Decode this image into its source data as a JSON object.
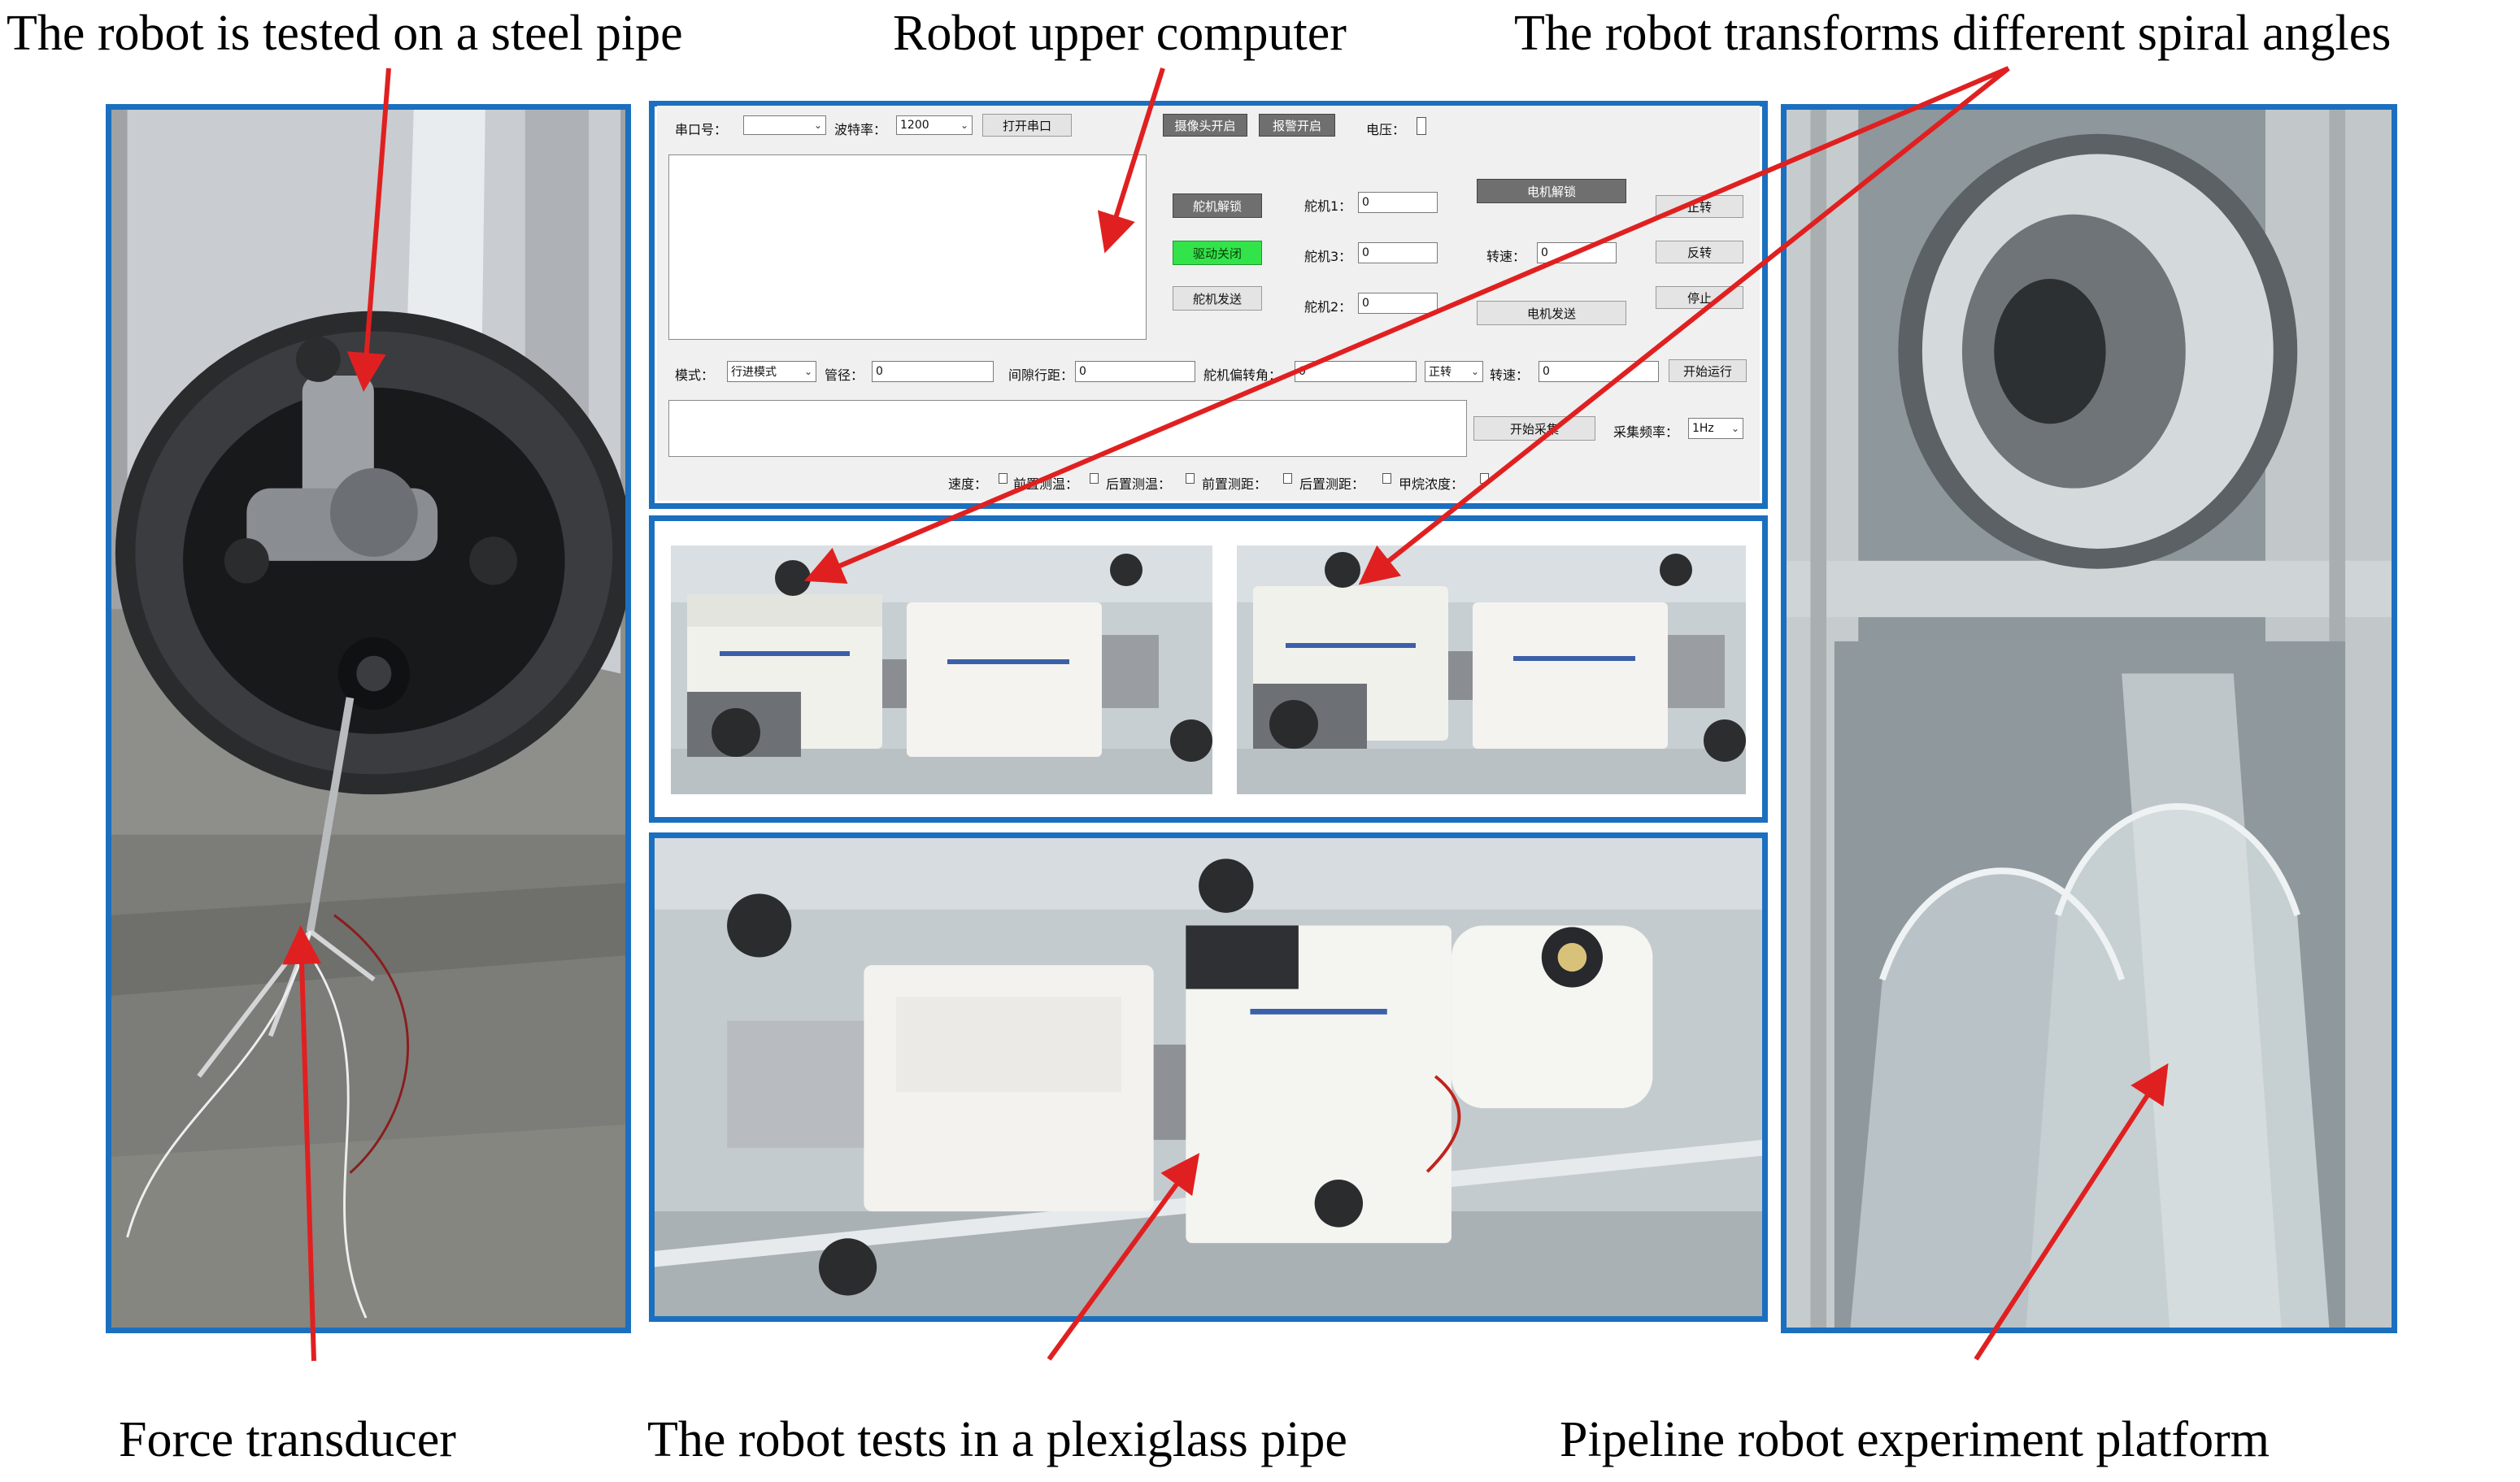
{
  "captions": {
    "top_left": "The robot is tested on a steel pipe",
    "top_center": "Robot upper computer",
    "top_right": "The robot transforms different spiral angles",
    "bottom_left": "Force transducer",
    "bottom_center": "The robot tests in a plexiglass pipe",
    "bottom_right": "Pipeline robot experiment platform"
  },
  "colors": {
    "panel_border": "#1b6fbf",
    "arrow": "#e02020",
    "status_green": "#33e34a"
  },
  "software": {
    "serial_port_label": "串口号：",
    "serial_port_value": "",
    "baud_rate_label": "波特率：",
    "baud_rate_value": "1200",
    "open_port_button": "打开串口",
    "camera_on_button": "摄像头开启",
    "alarm_on_button": "报警开启",
    "voltage_label": "电压：",
    "servo_unlock_button": "舵机解锁",
    "drive_off_button": "驱动关闭",
    "servo_send_button": "舵机发送",
    "servo1_label": "舵机1：",
    "servo1_value": "0",
    "servo3_label": "舵机3：",
    "servo3_value": "0",
    "servo2_label": "舵机2：",
    "servo2_value": "0",
    "motor_unlock_button": "电机解锁",
    "speed_label": "转速：",
    "speed_value": "0",
    "motor_send_button": "电机发送",
    "forward_button": "正转",
    "reverse_button": "反转",
    "stop_button": "停止",
    "mode_label": "模式：",
    "mode_value": "行进模式",
    "pipe_diameter_label": "管径：",
    "pipe_diameter_value": "0",
    "gap_distance_label": "间隙行距：",
    "gap_distance_value": "0",
    "servo_angle_label": "舵机偏转角：",
    "servo_angle_value": "0",
    "direction_value": "正转",
    "speed2_label": "转速：",
    "speed2_value": "0",
    "start_run_button": "开始运行",
    "start_collect_button": "开始采集",
    "sample_rate_label": "采集频率：",
    "sample_rate_value": "1Hz",
    "sensors": [
      "速度：",
      "前置测温：",
      "后置测温：",
      "前置测距：",
      "后置测距：",
      "甲烷浓度："
    ]
  }
}
